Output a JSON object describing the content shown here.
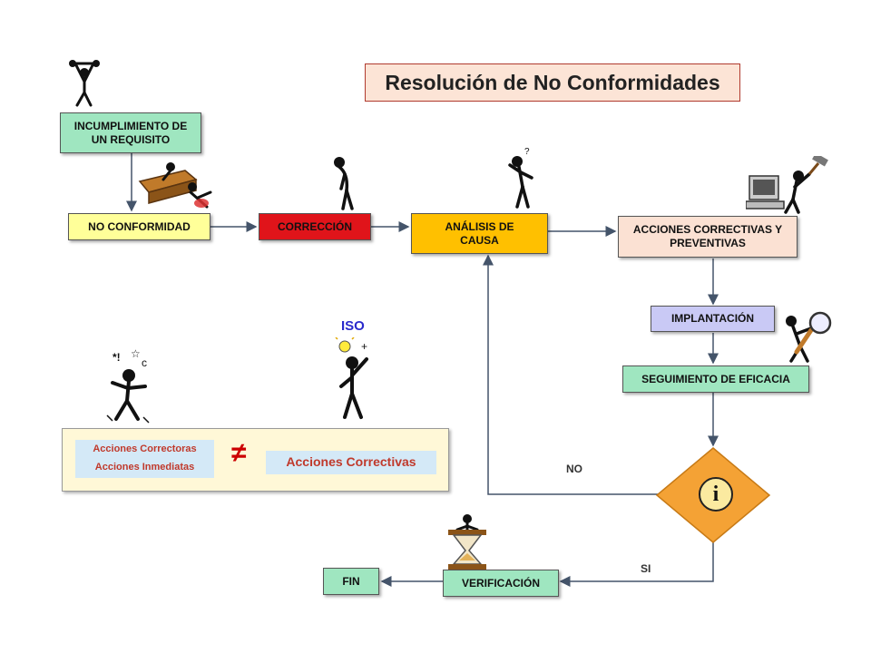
{
  "title": "Resolución de No Conformidades",
  "boxes": {
    "incumplimiento": "INCUMPLIMIENTO DE UN REQUISITO",
    "no_conformidad": "NO CONFORMIDAD",
    "correccion": "CORRECCIÓN",
    "analisis": "ANÁLISIS DE CAUSA",
    "acciones": "ACCIONES CORRECTIVAS Y PREVENTIVAS",
    "implantacion": "IMPLANTACIÓN",
    "seguimiento": "SEGUIMIENTO DE EFICACIA",
    "verificacion": "VERIFICACIÓN",
    "fin": "FIN",
    "decision": "i"
  },
  "labels": {
    "no": "NO",
    "si": "SI",
    "iso": "ISO"
  },
  "comparison": {
    "left_line1": "Acciones Correctoras",
    "left_line2": "Acciones Inmediatas",
    "symbol": "≠",
    "right": "Acciones Correctivas"
  },
  "colors": {
    "green_box": "#9fe6c0",
    "yellow_box": "#ffff99",
    "red_box": "#e0141a",
    "orange_box": "#ffc000",
    "peach_box": "#fbe1d3",
    "lavender_box": "#c9c9f5",
    "decision": "#f4a235",
    "note_bg": "#fff8d7",
    "note_inner": "#d4e9f7",
    "arrow": "#44546a",
    "iso_text": "#2a2acc",
    "not_equal": "#cc0000",
    "comparison_text": "#c0392b"
  },
  "icons": [
    "exercise-figure-icon",
    "fallen-desk-figure-icon",
    "sad-figure-icon",
    "thinking-figure-icon",
    "computer-hammer-figure-icon",
    "magnifier-figure-icon",
    "hourglass-figure-icon",
    "angry-figure-icon",
    "idea-figure-icon"
  ]
}
